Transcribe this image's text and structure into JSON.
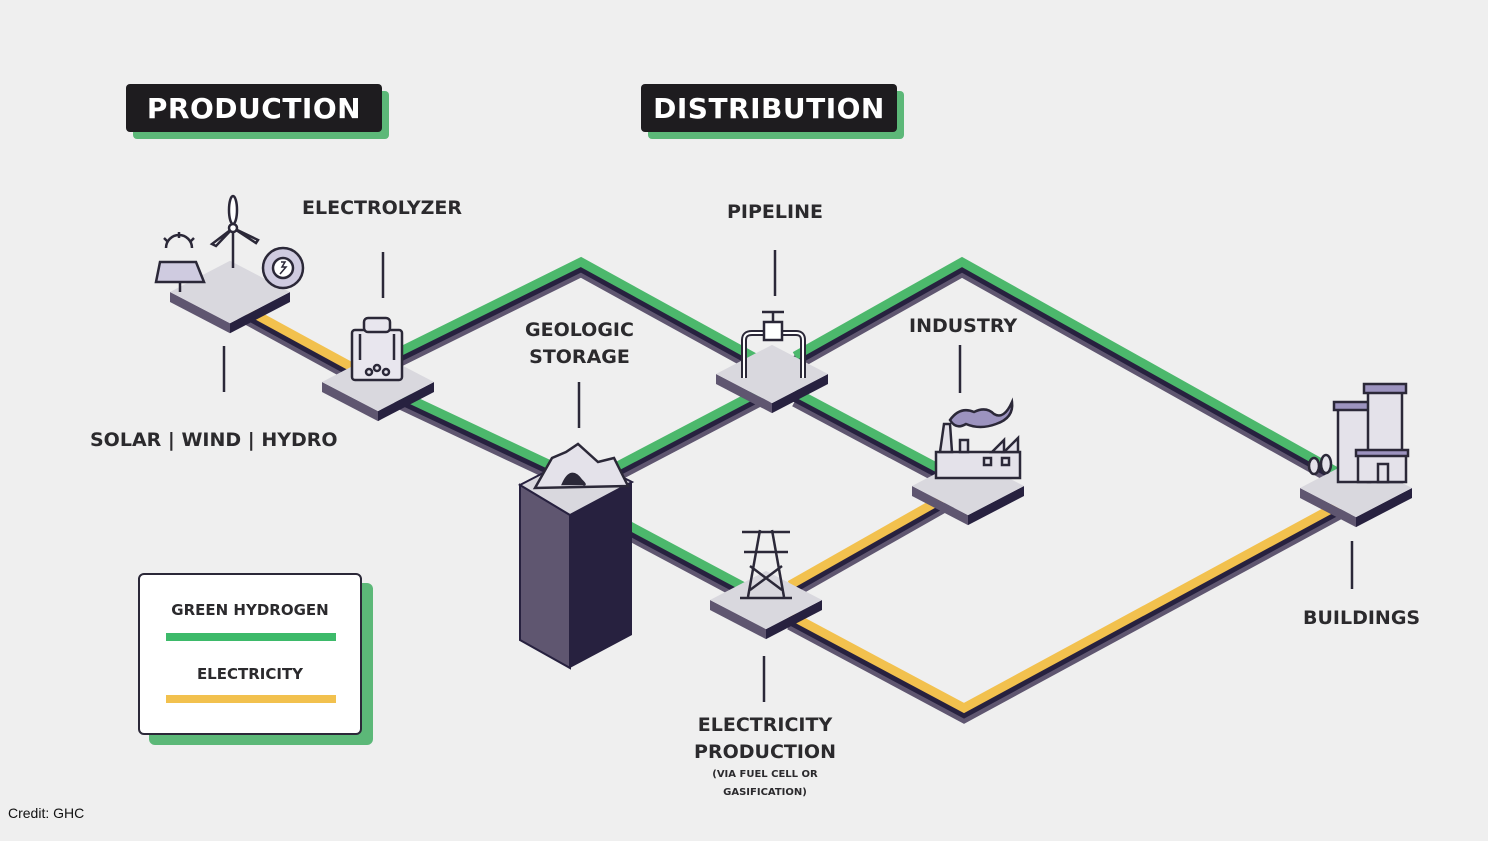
{
  "headers": {
    "production": "PRODUCTION",
    "distribution": "DISTRIBUTION"
  },
  "nodes": {
    "sources": "SOLAR | WIND | HYDRO",
    "electrolyzer": "ELECTROLYZER",
    "geologic_storage_line1": "GEOLOGIC",
    "geologic_storage_line2": "STORAGE",
    "pipeline": "PIPELINE",
    "industry": "INDUSTRY",
    "buildings": "BUILDINGS",
    "electricity_production_line1": "ELECTRICITY",
    "electricity_production_line2": "PRODUCTION",
    "electricity_production_note1": "(VIA FUEL CELL OR",
    "electricity_production_note2": "GASIFICATION)"
  },
  "legend": {
    "items": [
      {
        "label": "GREEN HYDROGEN",
        "color": "#3dba6a"
      },
      {
        "label": "ELECTRICITY",
        "color": "#f2c14e"
      }
    ]
  },
  "colors": {
    "hydrogen": "#4cb86c",
    "electricity": "#f2c14e",
    "track_dark": "#27213f",
    "track_side": "#5f5670",
    "platform_top": "#d9d8de",
    "header_shadow": "#5cb878"
  },
  "credit": "Credit: GHC"
}
